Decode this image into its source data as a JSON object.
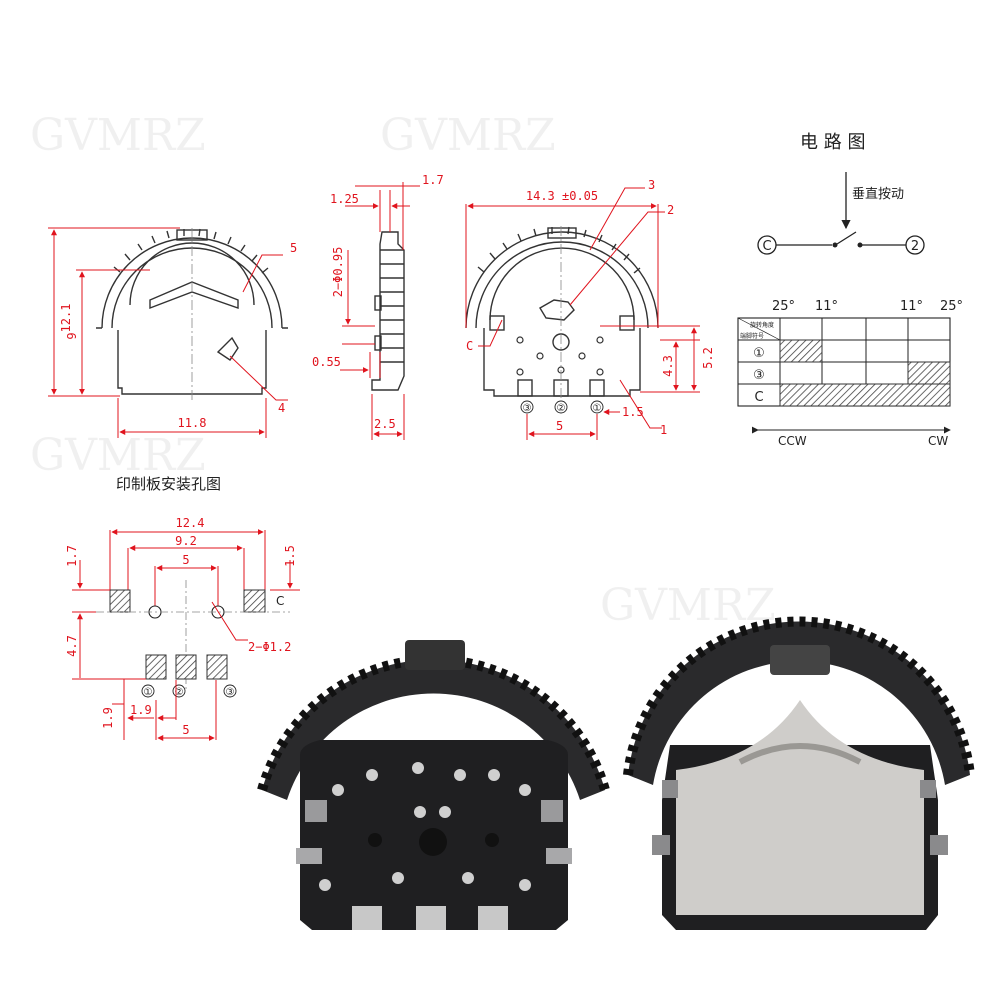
{
  "watermark": "GVMRZ",
  "circuit": {
    "title": "电 路 图",
    "action": "垂直按动",
    "terminal_left": "C",
    "terminal_right": "2"
  },
  "timing": {
    "angles": [
      "25°",
      "11°",
      "11°",
      "25°"
    ],
    "header_top": "旋转角度",
    "header_bottom": "端脚符号",
    "rows": [
      "①",
      "③",
      "C"
    ],
    "ccw": "CCW",
    "cw": "CW"
  },
  "side_view": {
    "d_1_25": "1.25",
    "d_1_7": "1.7",
    "d_2phi": "2−Φ0.95",
    "d_0_55": "0.55",
    "d_2_5": "2.5"
  },
  "front_view": {
    "d_12_1": "12.1",
    "d_9": "9",
    "d_11_8": "11.8",
    "callout_4": "4",
    "callout_5": "5"
  },
  "rear_view": {
    "d_width": "14.3 ±0.05",
    "d_4_3": "4.3",
    "d_5_2": "5.2",
    "d_1_5": "1.5",
    "d_5": "5",
    "callout_1": "1",
    "callout_2": "2",
    "callout_3": "3",
    "label_c": "C",
    "pins": [
      "③",
      "②",
      "①"
    ]
  },
  "pcb": {
    "title": "印制板安装孔图",
    "d_12_4": "12.4",
    "d_9_2": "9.2",
    "d_5_top": "5",
    "d_1_7": "1.7",
    "d_1_5": "1.5",
    "d_4_7": "4.7",
    "d_1_9_v": "1.9",
    "d_1_9_h": "1.9",
    "d_5_bottom": "5",
    "holes": "2−Φ1.2",
    "label_c": "C",
    "pins": [
      "①",
      "②",
      "③"
    ]
  }
}
